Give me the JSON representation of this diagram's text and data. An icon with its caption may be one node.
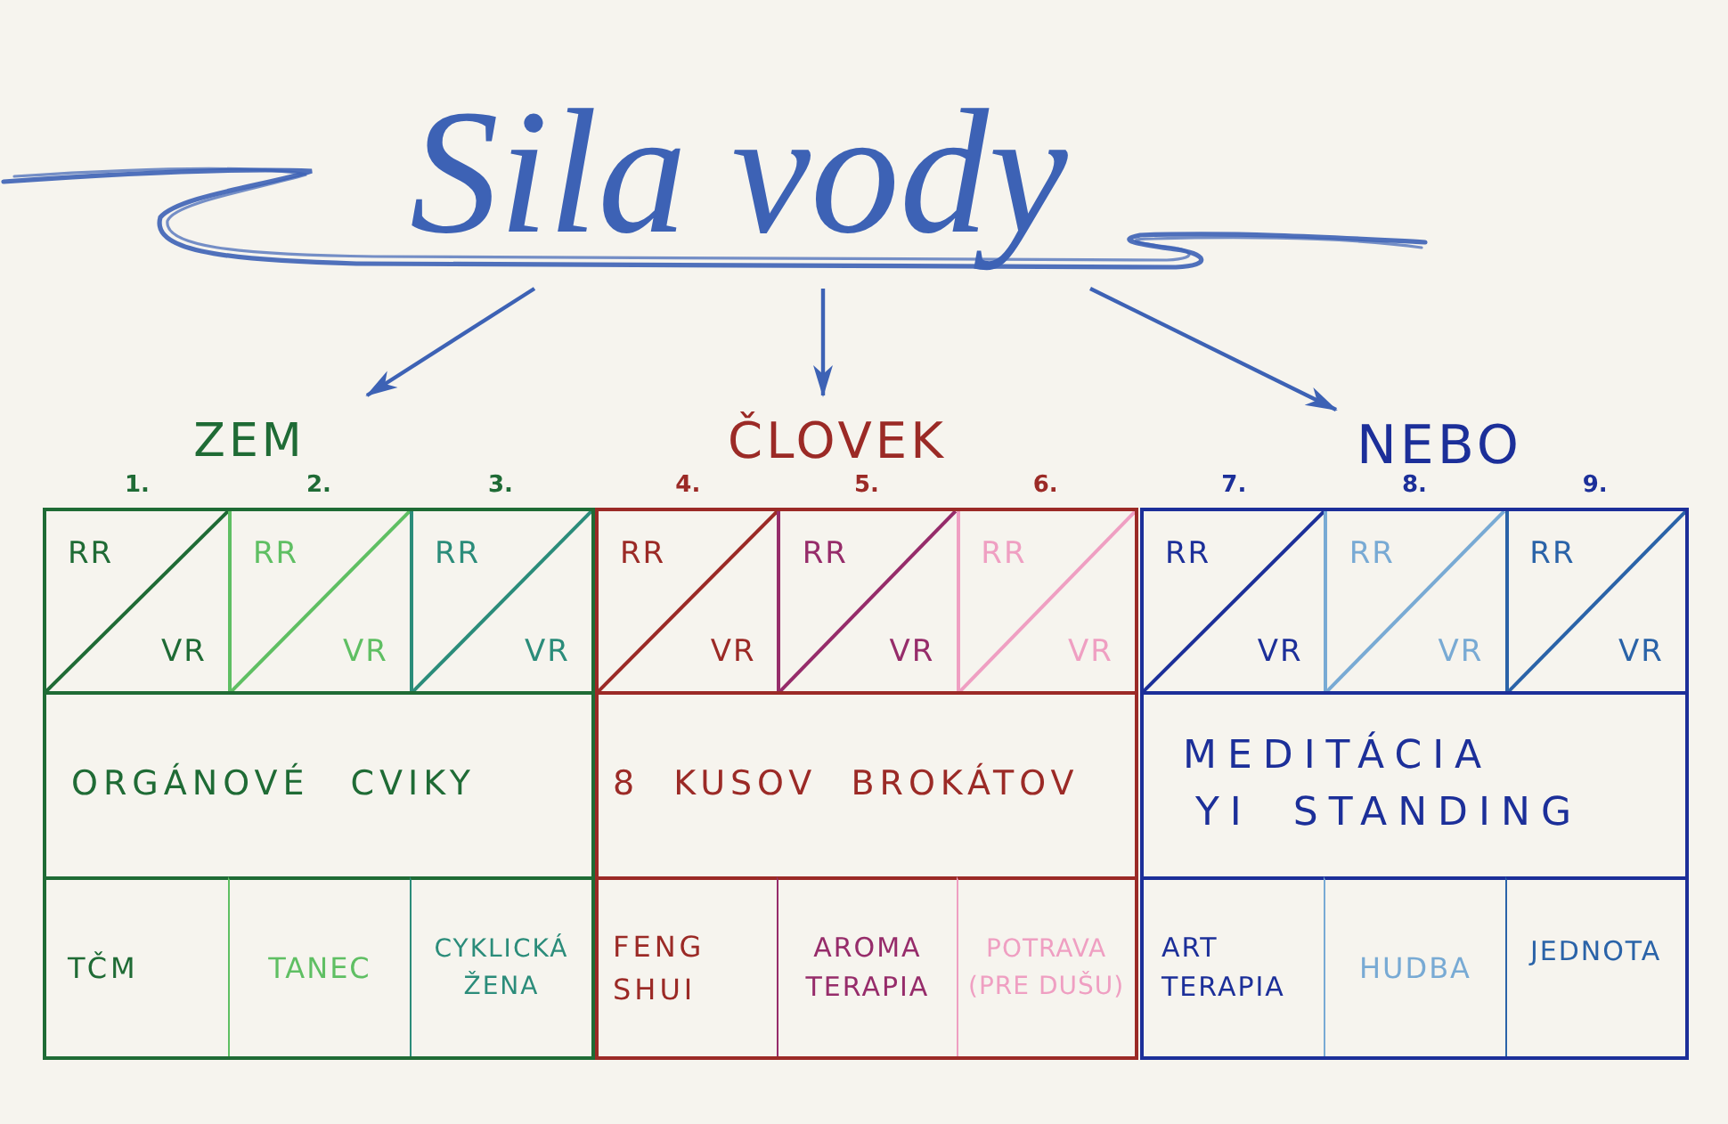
{
  "diagram": {
    "nodes": [
      {
        "text": [
          "Sila vody"
        ]
      },
      {
        "text": [
          "ZEM"
        ]
      },
      {
        "text": [
          "RR",
          "VR"
        ],
        "in": 1,
        "beside": [
          "1."
        ]
      },
      {
        "text": [
          "RR",
          "VR"
        ],
        "in": 1,
        "beside": [
          "2."
        ]
      },
      {
        "text": [
          "RR",
          "VR"
        ],
        "in": 1,
        "beside": [
          "3."
        ]
      },
      {
        "text": [
          "ORGÁNOVÉ CVIKY"
        ],
        "in": 1
      },
      {
        "text": [
          "TČM"
        ],
        "in": 1
      },
      {
        "text": [
          "TANEC"
        ],
        "in": 1
      },
      {
        "text": [
          "CYKLICKÁ ŽENA"
        ],
        "in": 1
      },
      {
        "text": [
          "ČLOVEK"
        ]
      },
      {
        "text": [
          "RR",
          "VR"
        ],
        "in": 9,
        "beside": [
          "4."
        ]
      },
      {
        "text": [
          "RR",
          "VR"
        ],
        "in": 9,
        "beside": [
          "5."
        ]
      },
      {
        "text": [
          "RR",
          "VR"
        ],
        "in": 9,
        "beside": [
          "6."
        ]
      },
      {
        "text": [
          "8 KUSOV BROKÁTOV"
        ],
        "in": 9
      },
      {
        "text": [
          "FENG SHUI"
        ],
        "in": 9
      },
      {
        "text": [
          "AROMA TERAPIA"
        ],
        "in": 9
      },
      {
        "text": [
          "POTRAVA (PRE DUŠU)"
        ],
        "in": 9
      },
      {
        "text": [
          "NEBO"
        ]
      },
      {
        "text": [
          "RR",
          "VR"
        ],
        "in": 17,
        "beside": [
          "7."
        ]
      },
      {
        "text": [
          "RR",
          "VR"
        ],
        "in": 17,
        "beside": [
          "8."
        ]
      },
      {
        "text": [
          "RR",
          "VR"
        ],
        "in": 17,
        "beside": [
          "9."
        ]
      },
      {
        "text": [
          "MEDITÁCIA YI STANDING"
        ],
        "in": 17
      },
      {
        "text": [
          "ART TERAPIA"
        ],
        "in": 17
      },
      {
        "text": [
          "HUDBA"
        ],
        "in": 17
      },
      {
        "text": [
          "JEDNOTA"
        ],
        "in": 17
      }
    ],
    "edges": [
      {
        "from": 0,
        "to": 1,
        "arrow": "to"
      },
      {
        "from": 0,
        "to": 9,
        "arrow": "to"
      },
      {
        "from": 0,
        "to": 17,
        "arrow": "to"
      }
    ]
  }
}
